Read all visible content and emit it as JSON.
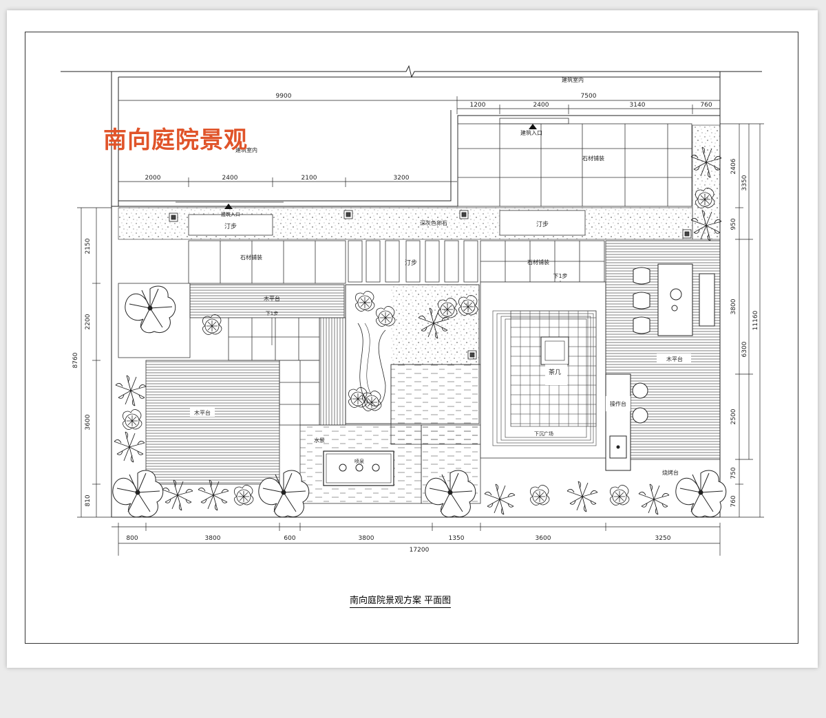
{
  "overlay_title": "南向庭院景观",
  "caption": "南向庭院景观方案 平面图",
  "labels": {
    "building_interior": "建筑室内",
    "building_entrance": "建筑入口",
    "stepping_stone": "汀步",
    "stone_paving": "石材铺装",
    "gravel": "深灰色卵石",
    "wood_deck": "木平台",
    "down_one_step": "下1步",
    "tea_table": "茶几",
    "prep_counter": "操作台",
    "bbq_counter": "烧烤台",
    "water_feature": "水景",
    "spray": "喷泉",
    "sunken_plaza": "下沉广场"
  },
  "dims": {
    "top_9900": "9900",
    "top_7500": "7500",
    "top_1200": "1200",
    "top_2400": "2400",
    "top_3140": "3140",
    "top_760": "760",
    "mid_2000": "2000",
    "mid_2400": "2400",
    "mid_2100": "2100",
    "mid_3200": "3200",
    "bot_800": "800",
    "bot_3800a": "3800",
    "bot_600": "600",
    "bot_3800b": "3800",
    "bot_1350": "1350",
    "bot_3600": "3600",
    "bot_3250": "3250",
    "bot_total": "17200",
    "left_2150": "2150",
    "left_2200": "2200",
    "left_3600": "3600",
    "left_810": "810",
    "left_total": "8760",
    "right_2406": "2406",
    "right_950": "950",
    "right_3800": "3800",
    "right_2500": "2500",
    "right_750": "750",
    "right_760": "760",
    "right_3350": "3350",
    "right_6300": "6300",
    "right_total": "11160"
  }
}
